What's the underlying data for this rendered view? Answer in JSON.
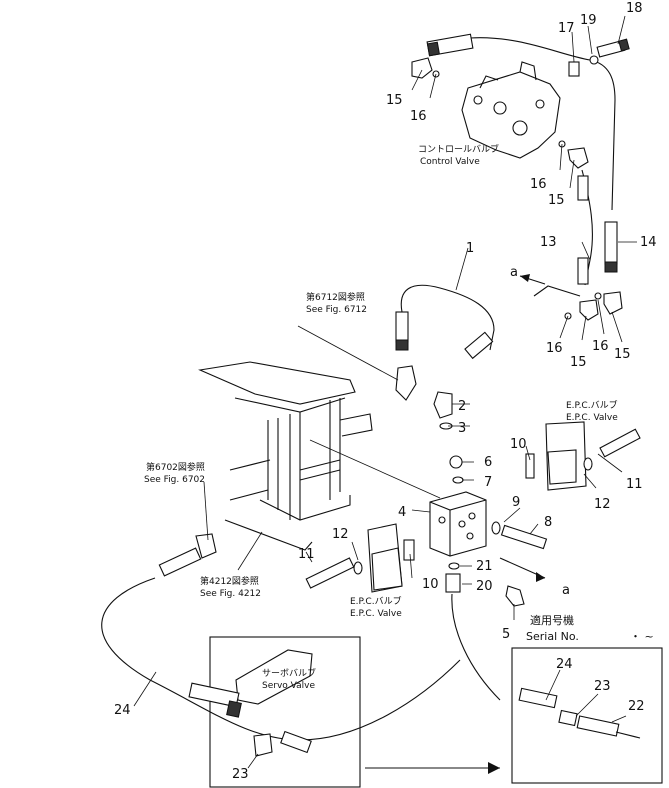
{
  "callouts": {
    "n1": "1",
    "n2": "2",
    "n3": "3",
    "n4": "4",
    "n5": "5",
    "n6": "6",
    "n7": "7",
    "n8": "8",
    "n9": "9",
    "n10a": "10",
    "n10b": "10",
    "n11a": "11",
    "n11b": "11",
    "n12a": "12",
    "n12b": "12",
    "n13": "13",
    "n14": "14",
    "n15a": "15",
    "n15b": "15",
    "n15c": "15",
    "n15d": "15",
    "n16a": "16",
    "n16b": "16",
    "n16c": "16",
    "n16d": "16",
    "n17": "17",
    "n18": "18",
    "n19": "19",
    "n20": "20",
    "n21": "21",
    "n22": "22",
    "n23a": "23",
    "n23b": "23",
    "n24a": "24",
    "n24b": "24"
  },
  "labels": {
    "control_valve_jp": "コントロールバルブ",
    "control_valve_en": "Control Valve",
    "fig6712_jp": "第6712図参照",
    "fig6712_en": "See Fig. 6712",
    "fig6702_jp": "第6702図参照",
    "fig6702_en": "See Fig. 6702",
    "fig4212_jp": "第4212図参照",
    "fig4212_en": "See Fig. 4212",
    "epc_jp_a": "E.P.C.バルブ",
    "epc_en_a": "E.P.C. Valve",
    "epc_jp_b": "E.P.C.バルブ",
    "epc_en_b": "E.P.C. Valve",
    "servo_jp": "サーボバルブ",
    "servo_en": "Servo Valve",
    "serial_jp": "適用号機",
    "serial_en": "Serial No.",
    "serial_dots": "・ ~",
    "arrow_a1": "a",
    "arrow_a2": "a"
  }
}
